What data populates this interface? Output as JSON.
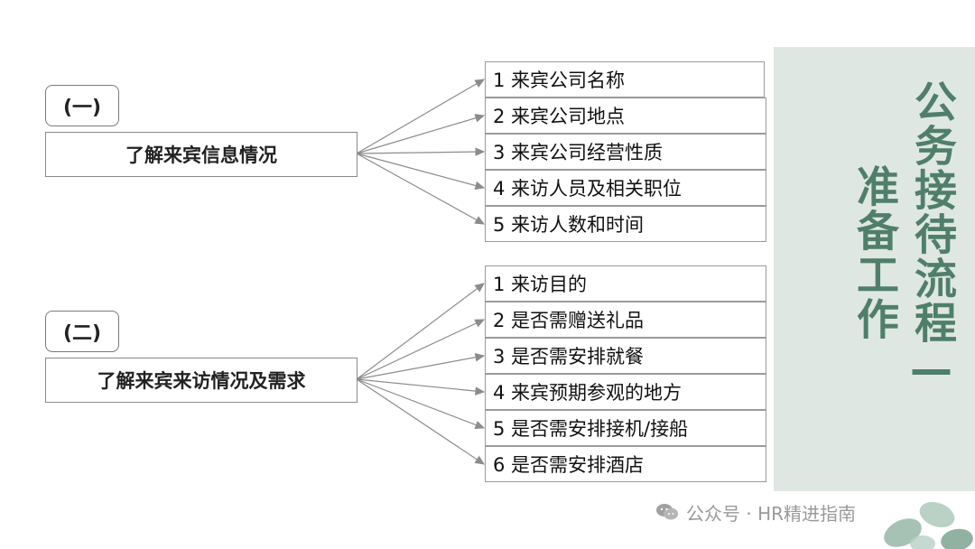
{
  "side_title": {
    "line1": "公务接待流程—",
    "line2": "准备工作"
  },
  "sections": [
    {
      "number": "(一)",
      "category": "了解来宾信息情况",
      "items": [
        "1 来宾公司名称",
        "2 来宾公司地点",
        "3 来宾公司经营性质",
        "4 来访人员及相关职位",
        "5 来访人数和时间"
      ]
    },
    {
      "number": "(二)",
      "category": "了解来宾来访情况及需求",
      "items": [
        "1 来访目的",
        "2 是否需赠送礼品",
        "3 是否需安排就餐",
        "4 来宾预期参观的地方",
        "5 是否需安排接机/接船",
        "6 是否需安排酒店"
      ]
    }
  ],
  "watermark": "公众号 · HR精进指南",
  "colors": {
    "accent": "#4f7f6b",
    "panel": "#dfe7e3",
    "arrow": "#8c8c8c"
  }
}
